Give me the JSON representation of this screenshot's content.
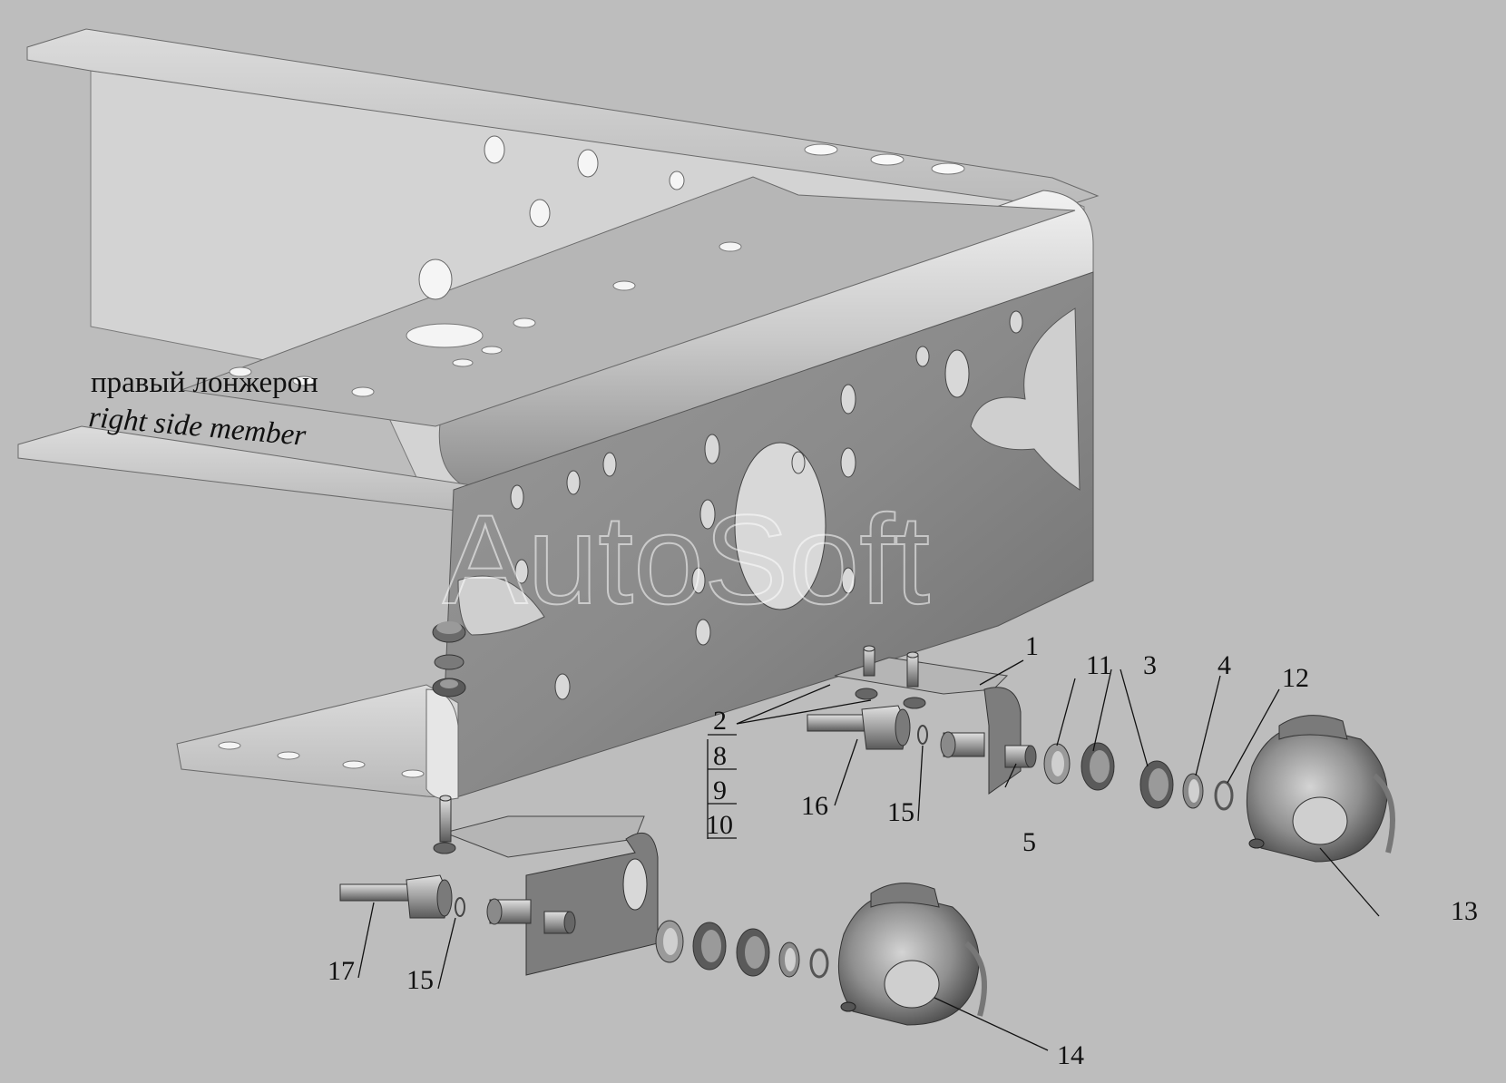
{
  "watermark": "AutoSoft",
  "frame_label": {
    "ru": "правый лонжерон",
    "en": "right side member"
  },
  "callouts": {
    "c1": "1",
    "c2": "2",
    "c3": "3",
    "c4": "4",
    "c5": "5",
    "c8": "8",
    "c9": "9",
    "c10": "10",
    "c11": "11",
    "c12": "12",
    "c13": "13",
    "c14": "14",
    "c15a": "15",
    "c15b": "15",
    "c16": "16",
    "c17": "17"
  },
  "colors": {
    "background": "#bdbdbd",
    "metal_light": "#d9d9d9",
    "metal_mid": "#9e9e9e",
    "metal_dark": "#5f5f5f",
    "text": "#111111"
  }
}
